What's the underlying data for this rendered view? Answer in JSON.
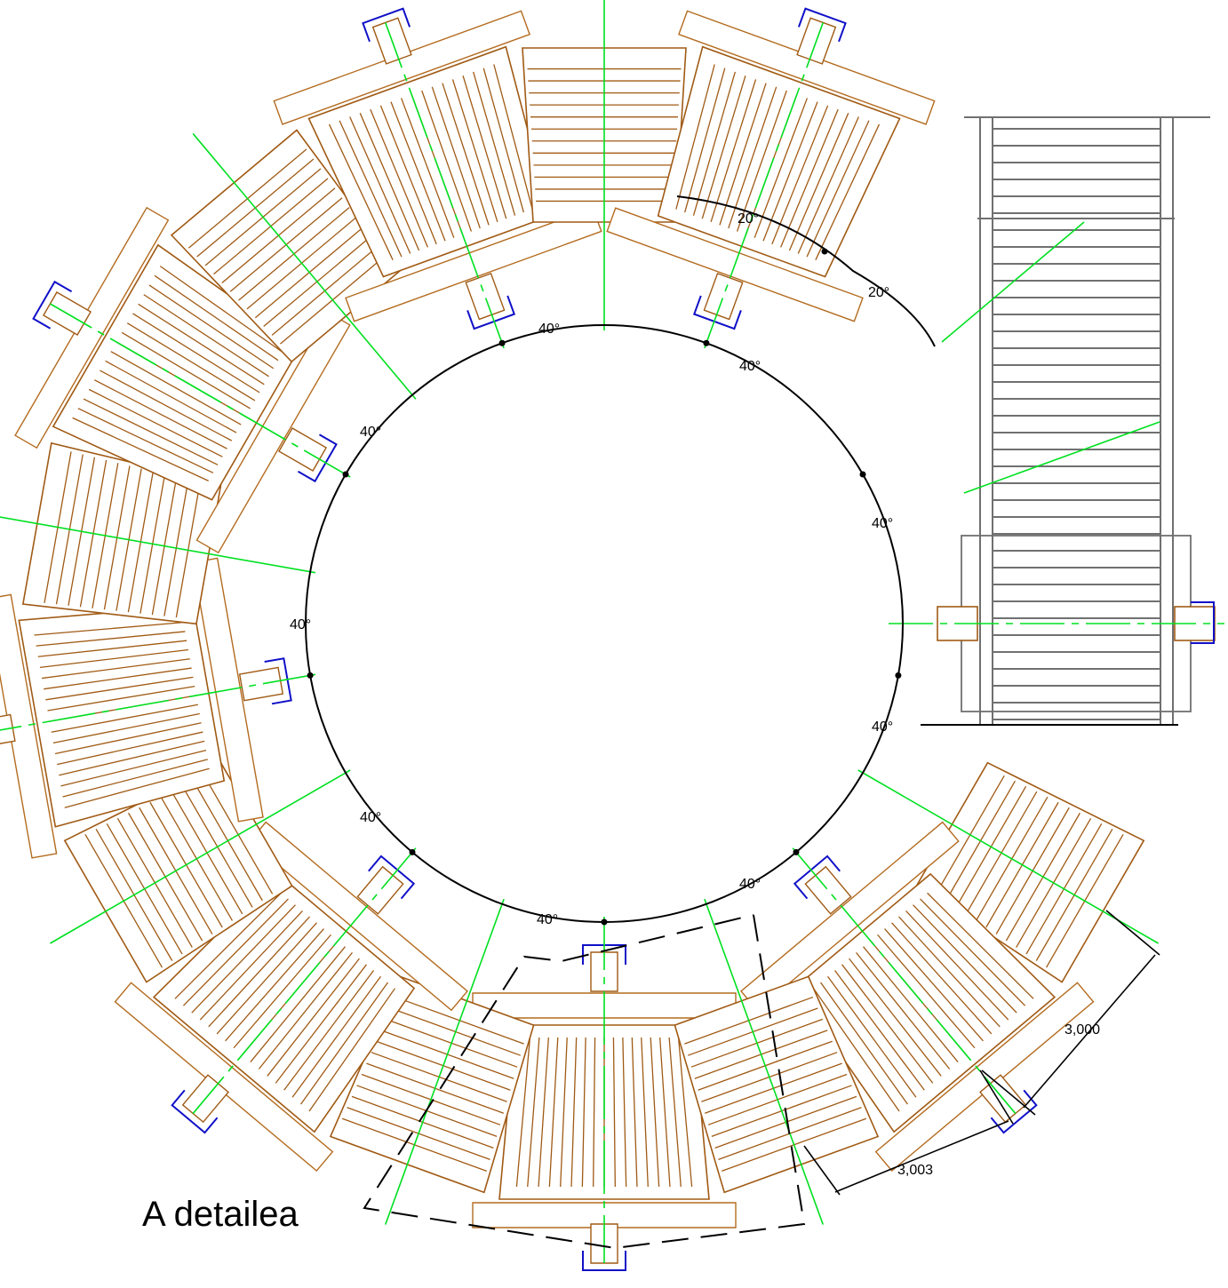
{
  "colors": {
    "wood": "#a05a14",
    "wood_light": "#b36b1f",
    "axis": "#00e020",
    "bracket": "#1010c8",
    "steel": "#707070",
    "ink": "#000000"
  },
  "angle_labels": [
    "40°",
    "40°",
    "40°",
    "40°",
    "40°",
    "40°",
    "40°",
    "40°",
    "40°"
  ],
  "sub_angle_labels": [
    "20°",
    "20°"
  ],
  "dimensions": {
    "d1": "3,000",
    "d2": "3,003"
  },
  "detail_label": "A detailea"
}
